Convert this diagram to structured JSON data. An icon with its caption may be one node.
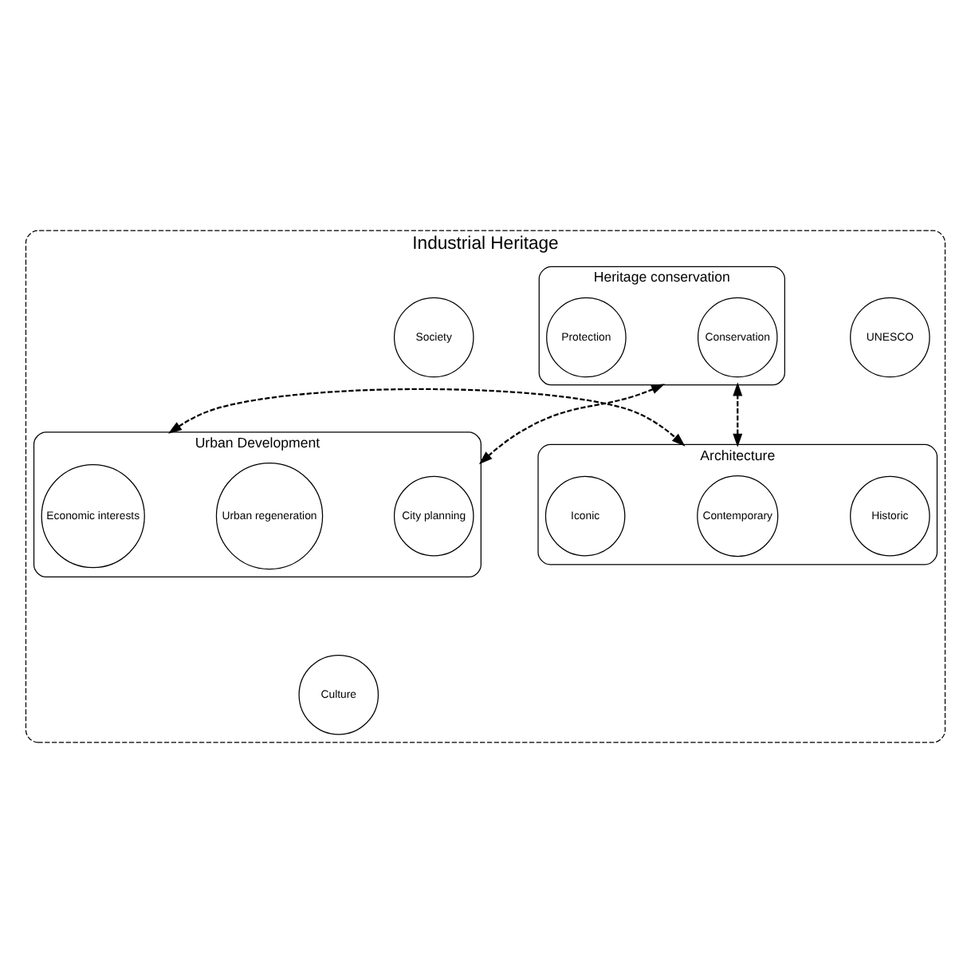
{
  "diagram": {
    "nodes": [
      {
        "text": [
          "Industrial Heritage"
        ]
      },
      {
        "text": [
          "Heritage conservation"
        ],
        "in": 0
      },
      {
        "text": [
          "Conservation"
        ],
        "in": 1
      },
      {
        "text": [
          "Protection"
        ],
        "in": 1
      },
      {
        "text": [
          "Society"
        ],
        "in": 0
      },
      {
        "text": [
          "UNESCO"
        ],
        "in": 0
      },
      {
        "text": [
          "Urban Development"
        ],
        "in": 0
      },
      {
        "text": [
          "City planning"
        ],
        "in": 6
      },
      {
        "text": [
          "Urban regeneration"
        ],
        "in": 6
      },
      {
        "text": [
          "Economic interests"
        ],
        "in": 6
      },
      {
        "text": [
          "Architecture"
        ],
        "in": 0
      },
      {
        "text": [
          "Contemporary"
        ],
        "in": 10
      },
      {
        "text": [
          "Historic"
        ],
        "in": 10
      },
      {
        "text": [
          "Iconic"
        ],
        "in": 10
      },
      {
        "text": [
          "Culture"
        ],
        "in": 0
      }
    ],
    "edges": [
      {
        "from": 1,
        "to": 6,
        "arrow": "both",
        "style": "dashed"
      },
      {
        "from": 1,
        "to": 10,
        "arrow": "both",
        "style": "dashed"
      },
      {
        "from": 6,
        "to": 10,
        "arrow": "both",
        "style": "dashed"
      }
    ]
  }
}
